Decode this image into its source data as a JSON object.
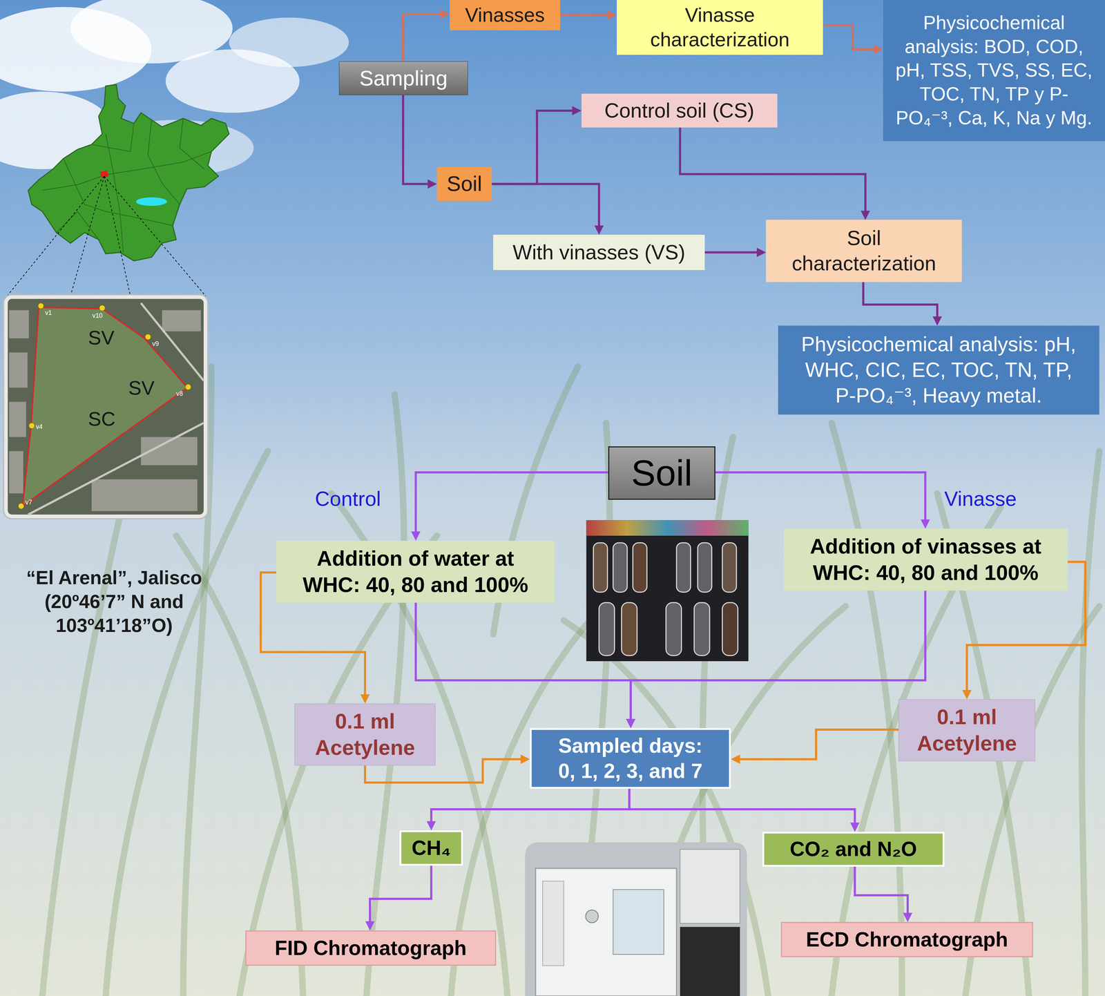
{
  "diagram": {
    "nodes": [
      {
        "text": [
          "Vinasses"
        ]
      },
      {
        "text": [
          "Vinasse characterization"
        ]
      },
      {
        "text": [
          "Physicochemical analysis: BOD, COD, pH, TSS, TVS, SS, EC, TOC, TN, TP y P-PO₄⁻³, Ca, K, Na y Mg."
        ]
      },
      {
        "text": [
          "Sampling"
        ]
      },
      {
        "text": [
          "Soil"
        ]
      },
      {
        "text": [
          "Control soil (CS)"
        ]
      },
      {
        "text": [
          "With vinasses (VS)"
        ]
      },
      {
        "text": [
          "Soil characterization"
        ]
      },
      {
        "text": [
          "Physicochemical analysis: pH, WHC, CIC, EC, TOC, TN, TP, P-PO₄⁻³, Heavy metal."
        ]
      },
      {
        "text": [
          "Soil"
        ]
      },
      {
        "text": [
          "Addition of water at WHC: 40, 80 and 100%"
        ]
      },
      {
        "text": [
          "Addition of vinasses at WHC: 40, 80 and 100%"
        ]
      },
      {
        "text": [
          "0.1 ml Acetylene"
        ]
      },
      {
        "text": [
          "Sampled days: 0, 1, 2, 3, and 7"
        ]
      },
      {
        "text": [
          "0.1 ml Acetylene"
        ]
      },
      {
        "text": [
          "CH₄"
        ]
      },
      {
        "text": [
          "CO₂ and N₂O"
        ]
      },
      {
        "text": [
          "FID Chromatograph"
        ]
      },
      {
        "text": [
          "ECD Chromatograph"
        ]
      }
    ],
    "edges": [
      {
        "from": 3,
        "to": 0,
        "arrow": "to"
      },
      {
        "from": 0,
        "to": 1,
        "arrow": "to"
      },
      {
        "from": 1,
        "to": 2,
        "arrow": "to"
      },
      {
        "from": 3,
        "to": 4,
        "arrow": "to"
      },
      {
        "from": 4,
        "to": 5,
        "arrow": "to"
      },
      {
        "from": 4,
        "to": 6,
        "arrow": "to"
      },
      {
        "from": 5,
        "to": 7,
        "arrow": "to"
      },
      {
        "from": 6,
        "to": 7,
        "arrow": "to"
      },
      {
        "from": 7,
        "to": 8,
        "arrow": "to"
      },
      {
        "from": 9,
        "to": 10,
        "arrow": "to"
      },
      {
        "from": 9,
        "to": 11,
        "arrow": "to"
      },
      {
        "from": 10,
        "to": 12,
        "arrow": "to"
      },
      {
        "from": 10,
        "to": 13,
        "arrow": "to"
      },
      {
        "from": 11,
        "to": 13,
        "arrow": "to"
      },
      {
        "from": 11,
        "to": 14,
        "arrow": "to"
      },
      {
        "from": 12,
        "to": 13,
        "arrow": "to"
      },
      {
        "from": 14,
        "to": 13,
        "arrow": "to"
      },
      {
        "from": 13,
        "to": 15,
        "arrow": "to"
      },
      {
        "from": 13,
        "to": 16,
        "arrow": "to"
      },
      {
        "from": 15,
        "to": 17,
        "arrow": "to"
      },
      {
        "from": 16,
        "to": 18,
        "arrow": "to"
      }
    ],
    "labels": [
      "v1",
      "v10",
      "v9",
      "v8",
      "v4",
      "v7",
      "SV",
      "SV",
      "SC",
      "“El Arenal”, Jalisco (20º46’7” N and 103º41’18”O)",
      "Control",
      "Vinasse"
    ]
  }
}
